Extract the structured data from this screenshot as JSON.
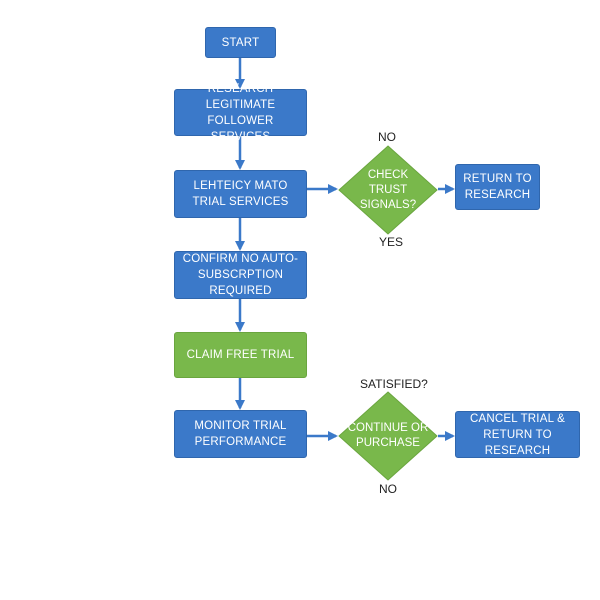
{
  "colors": {
    "blue": "#3b79c9",
    "green": "#79b84b",
    "arrow": "#3b79c9"
  },
  "nodes": {
    "start": "START",
    "research": "RESEARCH LEGITIMATE\nFOLLOWER SERVICES",
    "identify": "LEHTEICY MATO\nTRIAL SERVICES",
    "confirm": "CONFIRM NO AUTO-\nSUBSCRPTION REQUIRED",
    "claim": "CLAIM FREE TRIAL",
    "monitor": "MONITOR TRIAL\nPERFORMANCE",
    "check_trust": "CHECK\nTRUST\nSIGNALS?",
    "return_research": "RETURN TO\nRESEARCH",
    "continue_purchase": "CONTINUE OR\nPURCHASE",
    "cancel_trial": "CANCEL TRIAL &\nRETURN TO RESEARCH"
  },
  "edge_labels": {
    "trust_no": "NO",
    "trust_yes": "YES",
    "satisfied": "SATISFIED?",
    "satisfied_no": "NO"
  }
}
